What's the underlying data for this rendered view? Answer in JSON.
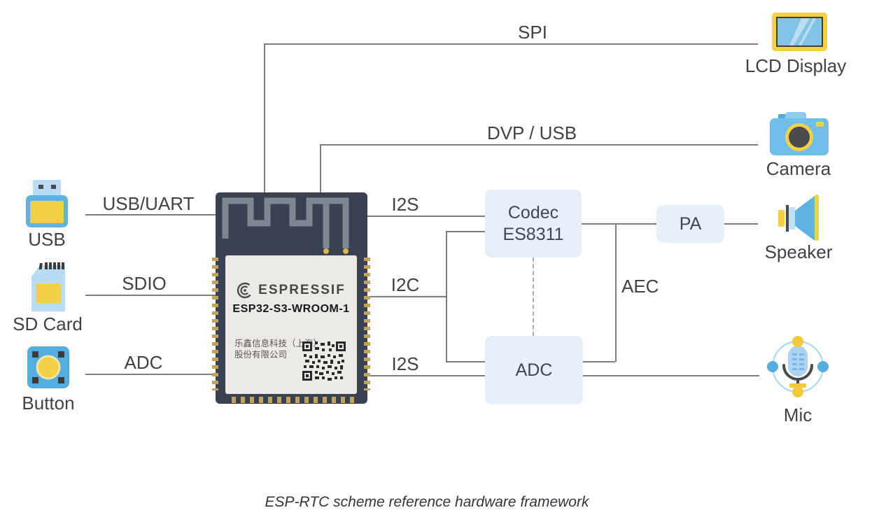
{
  "caption": "ESP-RTC scheme reference hardware framework",
  "module": {
    "brand": "ESPRESSIF",
    "model": "ESP32-S3-WROOM-1",
    "company_line1": "乐鑫信息科技（上海）",
    "company_line2": "股份有限公司"
  },
  "peripherals": {
    "usb": {
      "label": "USB"
    },
    "sd_card": {
      "label": "SD Card"
    },
    "button": {
      "label": "Button"
    },
    "lcd": {
      "label": "LCD Display"
    },
    "camera": {
      "label": "Camera"
    },
    "speaker": {
      "label": "Speaker"
    },
    "mic": {
      "label": "Mic"
    }
  },
  "blocks": {
    "codec": {
      "line1": "Codec",
      "line2": "ES8311"
    },
    "pa": {
      "label": "PA"
    },
    "adc": {
      "label": "ADC"
    }
  },
  "buses": {
    "usb_uart": "USB/UART",
    "sdio": "SDIO",
    "adc": "ADC",
    "spi": "SPI",
    "dvp_usb": "DVP / USB",
    "i2s_codec": "I2S",
    "i2c": "I2C",
    "i2s_adc": "I2S",
    "aec": "AEC"
  },
  "colors": {
    "blue": "#5FB3E4",
    "light-blue": "#B7DCF3",
    "yellow": "#F2D049",
    "module-dark": "#3A4151",
    "module-label-bg": "#ECEAE6",
    "box-bg": "#E8EFF9",
    "line": "#7E7E7E",
    "text": "#3F4347",
    "pin-gold": "#C2A35E",
    "trace-gray": "#7E8694"
  }
}
